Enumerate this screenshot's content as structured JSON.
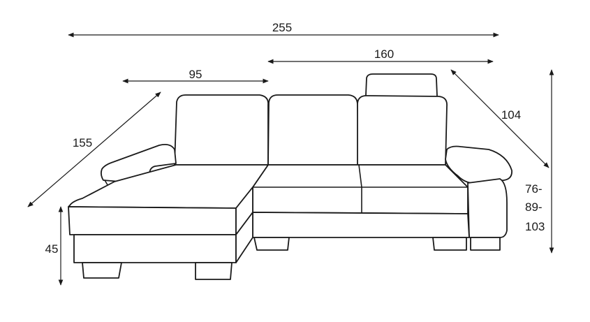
{
  "diagram": {
    "dimensions": {
      "total_width": "255",
      "main_section_width": "160",
      "chaise_width": "95",
      "chaise_depth": "155",
      "main_depth": "104",
      "seat_height": "45",
      "back_height_line1": "76-",
      "back_height_line2": "89-",
      "back_height_line3": "103"
    },
    "colors": {
      "line": "#1a1a1a",
      "background": "#ffffff"
    }
  }
}
